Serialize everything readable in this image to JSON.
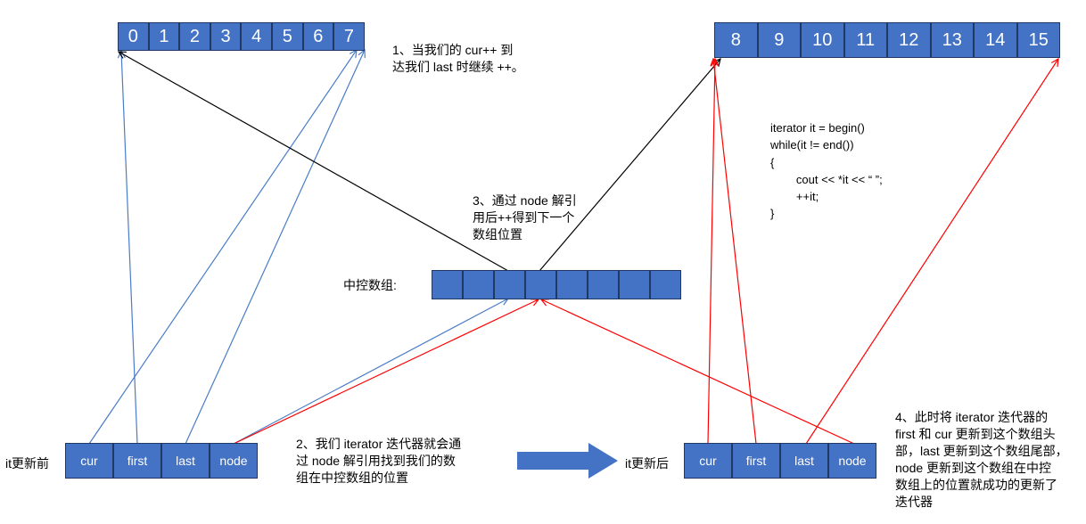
{
  "array_a": [
    "0",
    "1",
    "2",
    "3",
    "4",
    "5",
    "6",
    "7"
  ],
  "array_b": [
    "8",
    "9",
    "10",
    "11",
    "12",
    "13",
    "14",
    "15"
  ],
  "control_array": {
    "label": "中控数组:",
    "cells": 8
  },
  "iterator_fields": [
    "cur",
    "first",
    "last",
    "node"
  ],
  "before_label": "it更新前",
  "after_label": "it更新后",
  "note1": "1、当我们的 cur++ 到\n达我们 last 时继续 ++。",
  "note2": "2、我们 iterator 迭代器就会通\n过 node 解引用找到我们的数\n组在中控数组的位置",
  "note3": "3、通过 node 解引\n用后++得到下一个\n数组位置",
  "note4": "4、此时将 iterator 迭代器的\nfirst 和 cur 更新到这个数组头\n部，last 更新到这个数组尾部，\nnode 更新到这个数组在中控\n数组上的位置就成功的更新了\n迭代器",
  "code": [
    "iterator it = begin()",
    "while(it != end())",
    "{",
    "        cout << *it << “ ”;",
    "        ++it;",
    "}"
  ],
  "colors": {
    "cell": "#4472c4",
    "blue_line": "#4a7cc7",
    "red_line": "#ff0000",
    "black_line": "#000000"
  }
}
